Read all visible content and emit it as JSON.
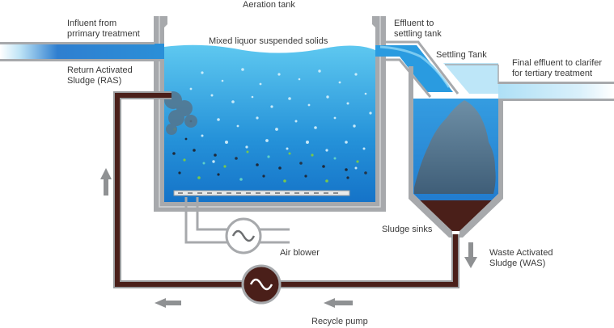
{
  "labels": {
    "aeration_tank": "Aeration tank",
    "influent": "Influent from\nprrimary treatment",
    "mlss": "Mixed liquor suspended solids",
    "effluent": "Effluent to\nsettling tank",
    "settling_tank": "Settling Tank",
    "final_effluent": "Final effluent to clarifer\nfor tertiary treatment",
    "ras": "Return Activated\nSludge (RAS)",
    "sludge_sinks": "Sludge sinks",
    "air_blower": "Air blower",
    "was": "Waste Activated\nSludge (WAS)",
    "recycle_pump": "Recycle pump"
  },
  "colors": {
    "water_light": "#5ec8f0",
    "water_dark": "#1573c8",
    "tank_wall": "#a7a9ac",
    "sludge": "#4a1f19",
    "sludge_cloud": "#4d6e84",
    "arrow": "#8f9193",
    "text": "#3a3a3a"
  }
}
